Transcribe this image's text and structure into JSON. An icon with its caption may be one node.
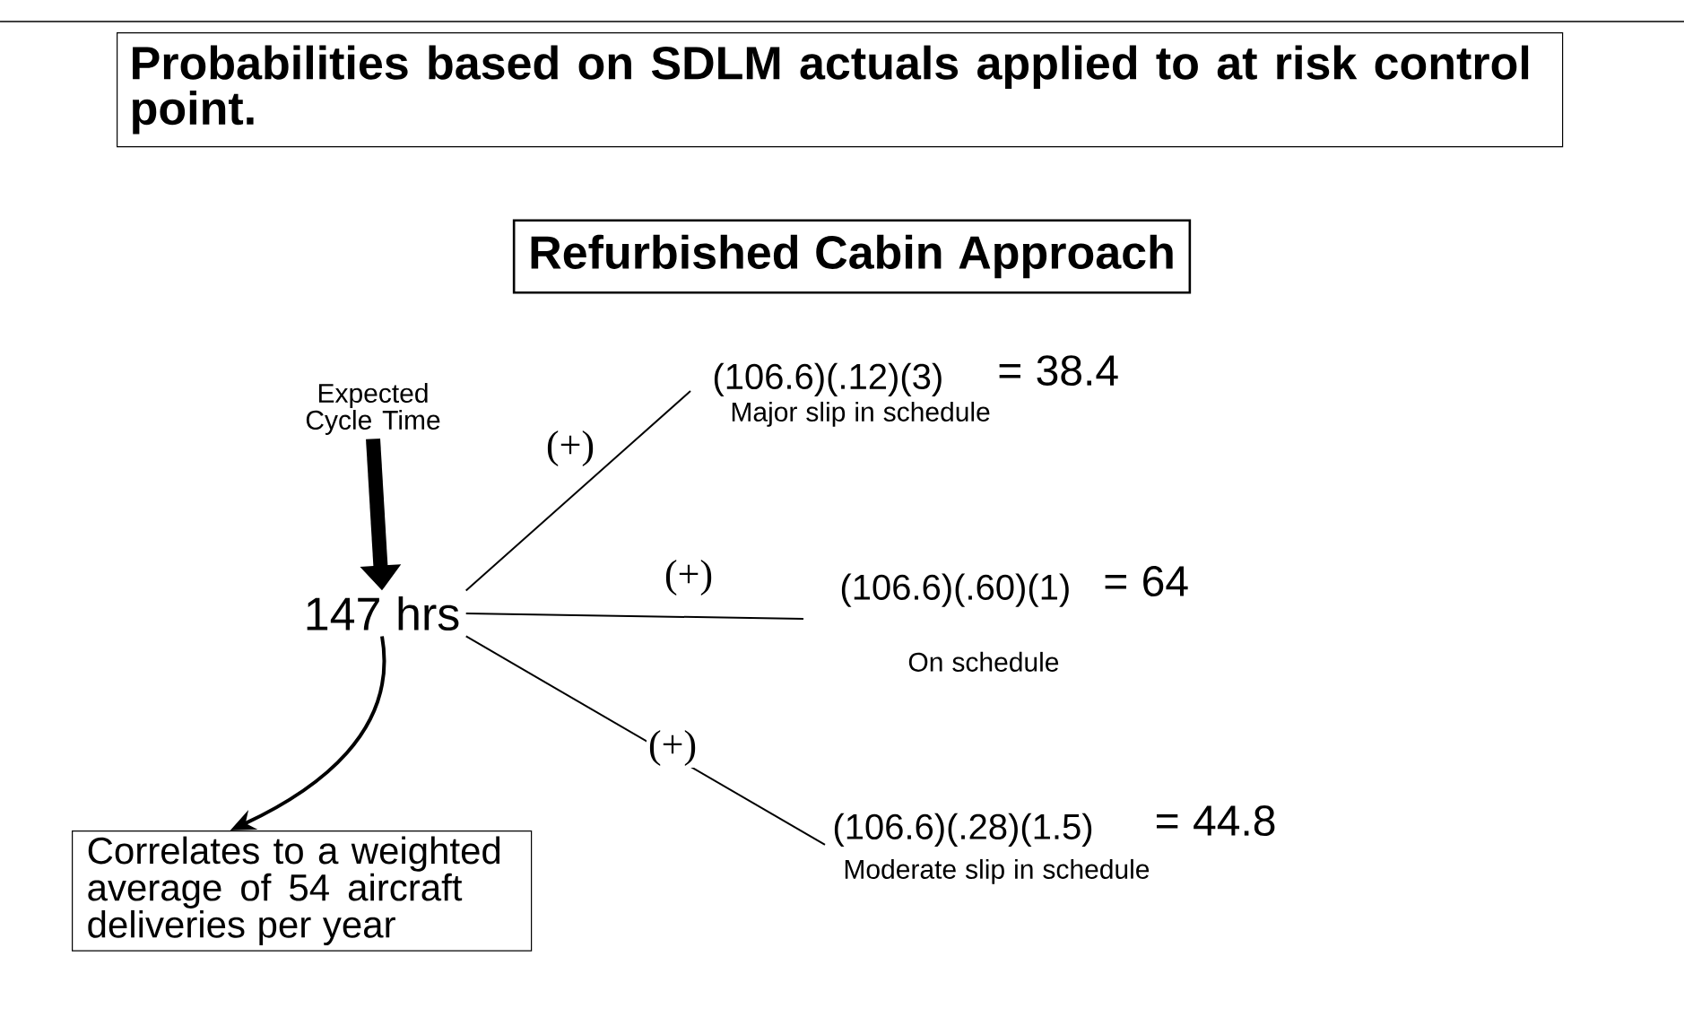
{
  "diagram": {
    "nodes": [
      {
        "text": [
          "Probabilities based on SDLM actuals applied to at risk control point."
        ]
      },
      {
        "text": [
          "Refurbished Cabin Approach"
        ]
      },
      {
        "text": [
          "Expected Cycle Time"
        ]
      },
      {
        "text": [
          "147 hrs"
        ]
      },
      {
        "text": [
          "(106.6)(.12)(3)",
          "= 38.4",
          "Major slip in schedule"
        ]
      },
      {
        "text": [
          "(106.6)(.60)(1)",
          "= 64",
          "On schedule"
        ]
      },
      {
        "text": [
          "(106.6)(.28)(1.5)",
          "= 44.8",
          "Moderate slip in schedule"
        ]
      },
      {
        "text": [
          "Correlates to a weighted average of 54 aircraft deliveries per year"
        ]
      }
    ],
    "edges": [
      {
        "from": 2,
        "to": 3,
        "arrow": "to",
        "style": "thick"
      },
      {
        "from": 3,
        "to": 4,
        "arrow": "none",
        "label": "(+)"
      },
      {
        "from": 3,
        "to": 5,
        "arrow": "none",
        "label": "(+)"
      },
      {
        "from": 3,
        "to": 6,
        "arrow": "none",
        "label": "(+)"
      },
      {
        "from": 3,
        "to": 7,
        "arrow": "to"
      }
    ]
  }
}
